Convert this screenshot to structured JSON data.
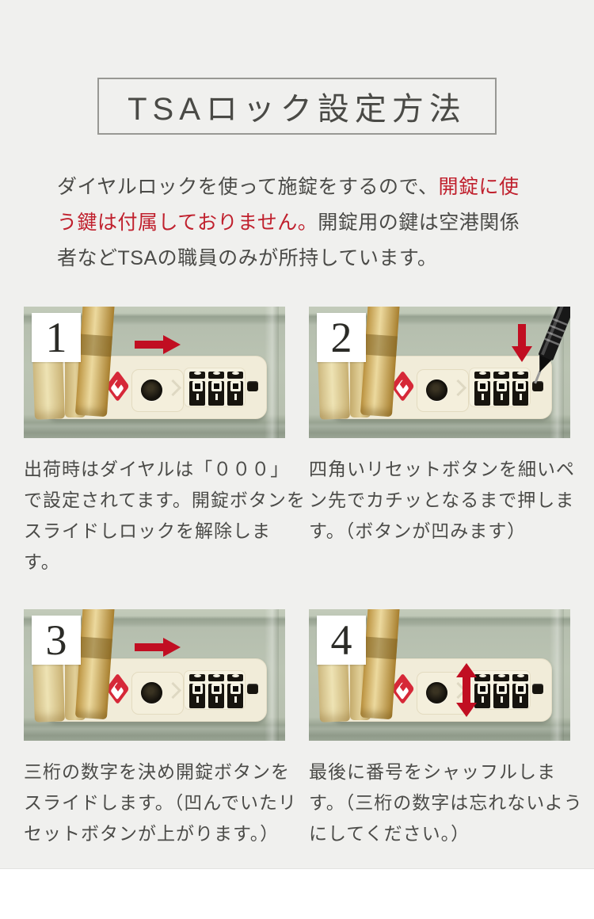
{
  "title": "TSAロック設定方法",
  "intro": {
    "before_red": "ダイヤルロックを使って施錠をするので、",
    "red": "開錠に使う鍵は付属しておりません。",
    "after_red": "開錠用の鍵は空港関係者などTSAの職員のみが所持しています。"
  },
  "steps": [
    {
      "number": "1",
      "caption": "出荷時はダイヤルは「０００」で設定されてます。開錠ボタンをスライドしロックを解除します。",
      "overlay_icon": "red-arrow-right"
    },
    {
      "number": "2",
      "caption": "四角いリセットボタンを細いペン先でカチッとなるまで押します。（ボタンが凹みます）",
      "overlay_icon": "red-arrow-down-with-pen"
    },
    {
      "number": "3",
      "caption": "三桁の数字を決め開錠ボタンをスライドします。（凹んでいたリセットボタンが上がります。）",
      "overlay_icon": "red-arrow-right"
    },
    {
      "number": "4",
      "caption": "最後に番号をシャッフルします。（三桁の数字は忘れないようにしてください。）",
      "overlay_icon": "red-arrow-vertical"
    }
  ],
  "icons": {
    "tsa-logo": "red diamond with white inner diamond",
    "keyhole": "black round keyhole on slide button",
    "dial": "black combination dial wheel showing 0",
    "reset-button": "small black square button",
    "red-arrow-right": "css triangle arrow pointing right",
    "red-arrow-down": "css triangle arrow pointing down",
    "red-arrow-vertical": "css double-headed vertical arrow",
    "pen": "black pen tip pressing reset button"
  },
  "colors": {
    "page_bg": "#f0f0ee",
    "accent_red_text": "#c0202d",
    "arrow_red": "#c10e22",
    "text_gray": "#4b4b48",
    "photo_shell_green": "#b8c1b0",
    "lock_panel_cream": "#f1ecd9",
    "zipper_gold": "#d9b96a",
    "badge_bg": "#ffffff"
  }
}
